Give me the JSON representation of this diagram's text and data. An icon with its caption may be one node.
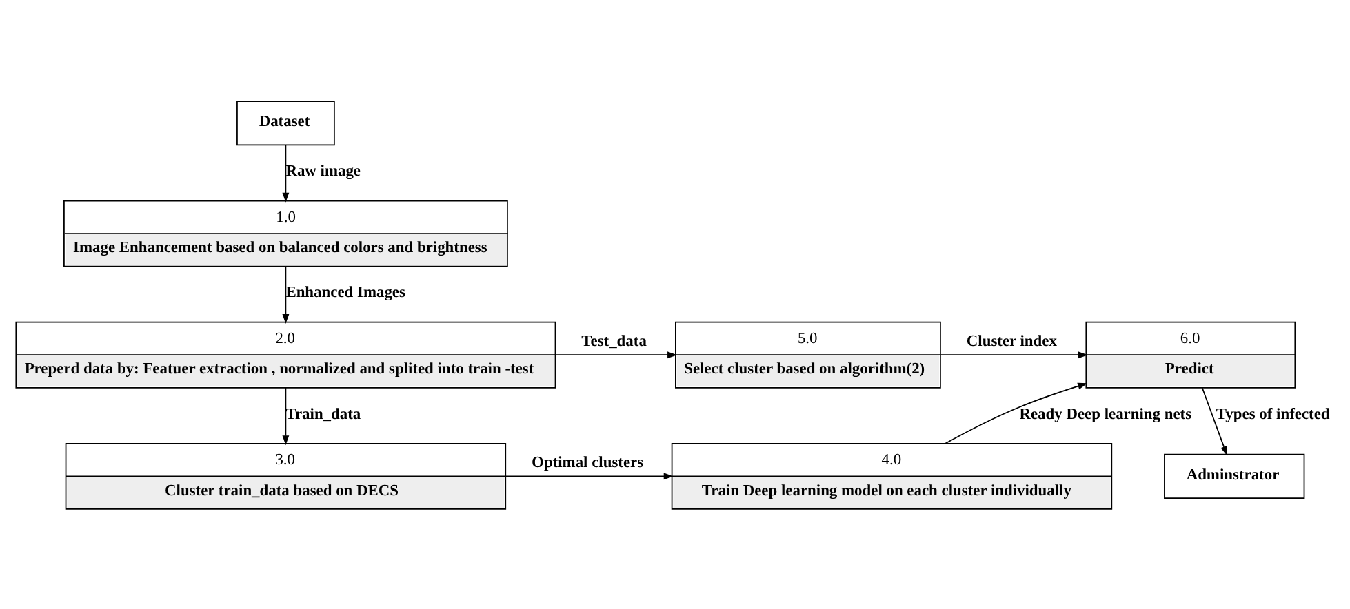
{
  "diagram": {
    "nodes": [
      {
        "text": [
          "Dataset"
        ]
      },
      {
        "text": [
          "1.0",
          "Image Enhancement based on balanced colors and brightness"
        ]
      },
      {
        "text": [
          "2.0",
          "Preperd data by: Featuer extraction , normalized and splited into train -test"
        ]
      },
      {
        "text": [
          "3.0",
          "Cluster train_data based on DECS"
        ]
      },
      {
        "text": [
          "4.0",
          "Train Deep learning model on each cluster individually"
        ]
      },
      {
        "text": [
          "5.0",
          "Select cluster based on algorithm(2)"
        ]
      },
      {
        "text": [
          "6.0",
          "Predict"
        ]
      },
      {
        "text": [
          "Adminstrator"
        ]
      }
    ],
    "edges": [
      {
        "from": 0,
        "to": 1,
        "arrow": "to",
        "label": "Raw image"
      },
      {
        "from": 1,
        "to": 2,
        "arrow": "to",
        "label": "Enhanced Images"
      },
      {
        "from": 2,
        "to": 3,
        "arrow": "to",
        "label": "Train_data"
      },
      {
        "from": 2,
        "to": 5,
        "arrow": "to",
        "label": "Test_data"
      },
      {
        "from": 3,
        "to": 4,
        "arrow": "to",
        "label": "Optimal clusters"
      },
      {
        "from": 5,
        "to": 6,
        "arrow": "to",
        "label": "Cluster index"
      },
      {
        "from": 4,
        "to": 6,
        "arrow": "to",
        "label": "Ready Deep learning nets"
      },
      {
        "from": 6,
        "to": 7,
        "arrow": "to",
        "label": "Types of infected"
      }
    ]
  }
}
